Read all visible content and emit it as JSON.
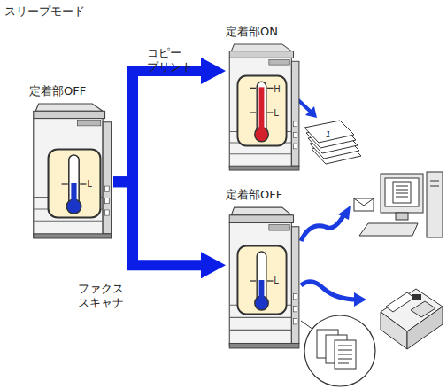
{
  "diagram": {
    "title": "スリープモード",
    "nodes": [
      {
        "text": [
          "定着部OFF"
        ]
      },
      {
        "text": [
          "L"
        ],
        "in": 0
      },
      {
        "text": [
          "定着部ON"
        ]
      },
      {
        "text": [
          "H",
          "L"
        ],
        "in": 2
      },
      {
        "text": [
          "定着部OFF"
        ]
      },
      {
        "text": [
          "L"
        ],
        "in": 4
      }
    ],
    "edges": [
      {
        "from": 0,
        "to": 2,
        "arrow": "to",
        "label": "コピー プリント"
      },
      {
        "from": 0,
        "to": 4,
        "arrow": "to",
        "label": "ファクス スキャナ"
      }
    ],
    "labels": [
      "1"
    ]
  }
}
